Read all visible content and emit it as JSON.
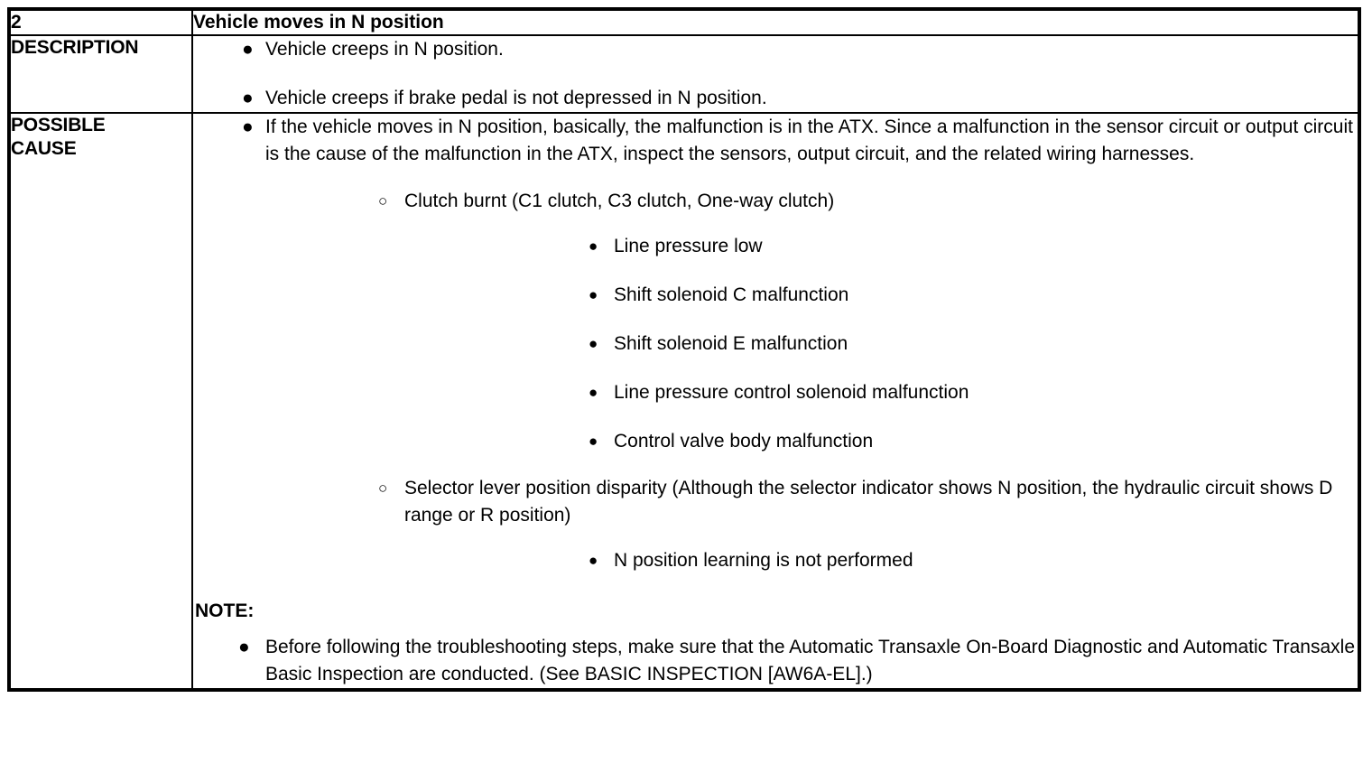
{
  "table": {
    "row_number": "2",
    "title": "Vehicle moves in N position",
    "description_label": "DESCRIPTION",
    "possible_cause_label": "POSSIBLE CAUSE",
    "possible_cause_label_line1": "POSSIBLE",
    "possible_cause_label_line2": "CAUSE"
  },
  "bullets": {
    "filled": "●",
    "hollow": "○"
  },
  "description": {
    "items": [
      "Vehicle creeps in N position.",
      "Vehicle creeps if brake pedal is not depressed in N position."
    ]
  },
  "possible_cause": {
    "intro": "If the vehicle moves in N position, basically, the malfunction is in the ATX. Since a malfunction in the sensor circuit or output circuit is the cause of the malfunction in the ATX, inspect the sensors, output circuit, and the related wiring harnesses.",
    "group1": {
      "heading": "Clutch burnt (C1 clutch, C3 clutch, One-way clutch)",
      "items": [
        "Line pressure low",
        "Shift solenoid C malfunction",
        "Shift solenoid E malfunction",
        "Line pressure control solenoid malfunction",
        "Control valve body malfunction"
      ]
    },
    "group2": {
      "heading": "Selector lever position disparity (Although the selector indicator shows N position, the hydraulic circuit shows D range or R position)",
      "items": [
        "N position learning is not performed"
      ]
    },
    "note_label": "NOTE:",
    "note_items": [
      "Before following the troubleshooting steps, make sure that the Automatic Transaxle On-Board Diagnostic and Automatic Transaxle Basic Inspection are conducted. (See BASIC INSPECTION [AW6A-EL].)"
    ]
  }
}
